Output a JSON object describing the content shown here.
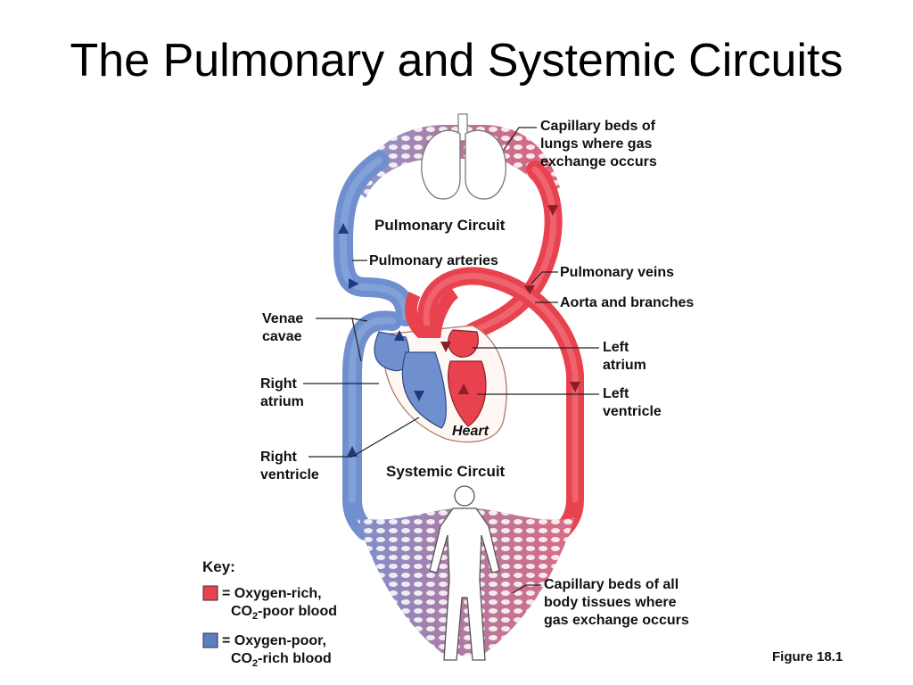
{
  "title": "The Pulmonary and Systemic Circuits",
  "circuits": {
    "pulmonary": "Pulmonary Circuit",
    "systemic": "Systemic Circuit",
    "heart": "Heart"
  },
  "labels": {
    "capillary_lungs": [
      "Capillary beds of",
      "lungs where gas",
      "exchange occurs"
    ],
    "pulmonary_arteries": "Pulmonary arteries",
    "pulmonary_veins": "Pulmonary veins",
    "aorta": "Aorta and branches",
    "venae_cavae": [
      "Venae",
      "cavae"
    ],
    "right_atrium": [
      "Right",
      "atrium"
    ],
    "right_ventricle": [
      "Right",
      "ventricle"
    ],
    "left_atrium": [
      "Left",
      "atrium"
    ],
    "left_ventricle": [
      "Left",
      "ventricle"
    ],
    "capillary_body": [
      "Capillary beds of all",
      "body tissues where",
      "gas exchange occurs"
    ]
  },
  "key": {
    "heading": "Key:",
    "oxygen_rich": {
      "line1": "= Oxygen-rich,",
      "line2_pre": "CO",
      "line2_sub": "2",
      "line2_post": "-poor blood",
      "color": "#e8424f"
    },
    "oxygen_poor": {
      "line1": "= Oxygen-poor,",
      "line2_pre": "CO",
      "line2_sub": "2",
      "line2_post": "-rich blood",
      "color": "#5b7fc0"
    }
  },
  "figure": "Figure 18.1",
  "colors": {
    "oxygen_rich": "#e8424f",
    "oxygen_poor": "#6f8fcf",
    "capillary": "#b0708f"
  }
}
